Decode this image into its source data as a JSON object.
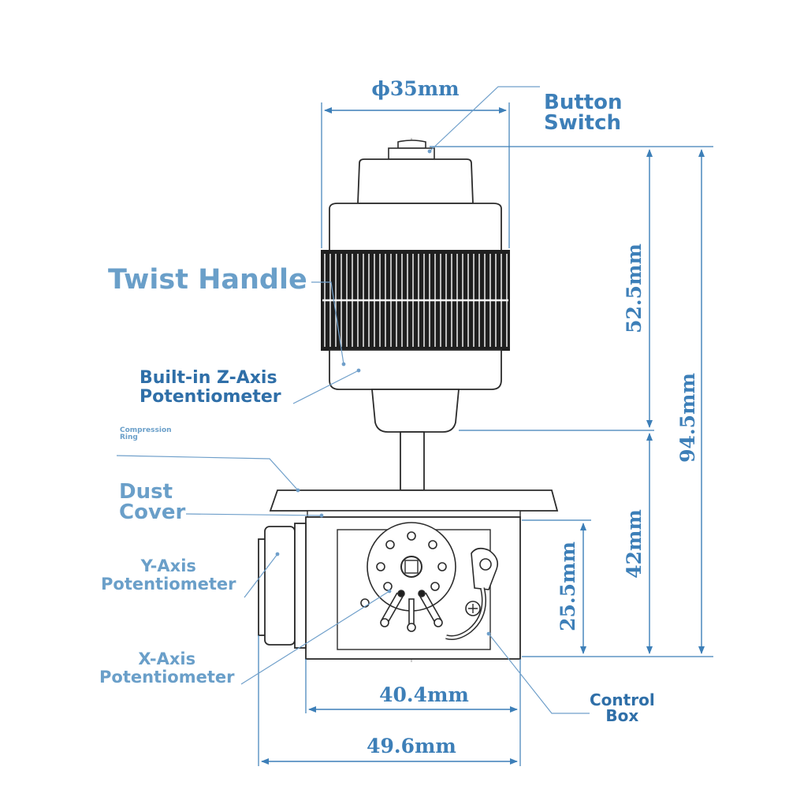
{
  "colors": {
    "label_dark": "#2f6fa8",
    "label_light": "#6a9fc9",
    "dimension": "#3d7fb8",
    "drawing_line": "#2b2b2b",
    "leader": "#6f9fca"
  },
  "dimensions": {
    "top_diameter": "ϕ35mm",
    "handle_height": "52.5mm",
    "total_height": "94.5mm",
    "base_height": "42mm",
    "box_height": "25.5mm",
    "box_inner_width": "40.4mm",
    "box_outer_width": "49.6mm"
  },
  "labels": {
    "button_switch": [
      "Button",
      "Switch"
    ],
    "twist_handle": "Twist Handle",
    "z_axis": [
      "Built-in Z-Axis",
      "Potentiometer"
    ],
    "compression_ring": [
      "Compression",
      "Ring"
    ],
    "dust_cover": [
      "Dust",
      "Cover"
    ],
    "y_axis": [
      "Y-Axis",
      "Potentiometer"
    ],
    "x_axis": [
      "X-Axis",
      "Potentiometer"
    ],
    "control_box": [
      "Control",
      "Box"
    ]
  }
}
